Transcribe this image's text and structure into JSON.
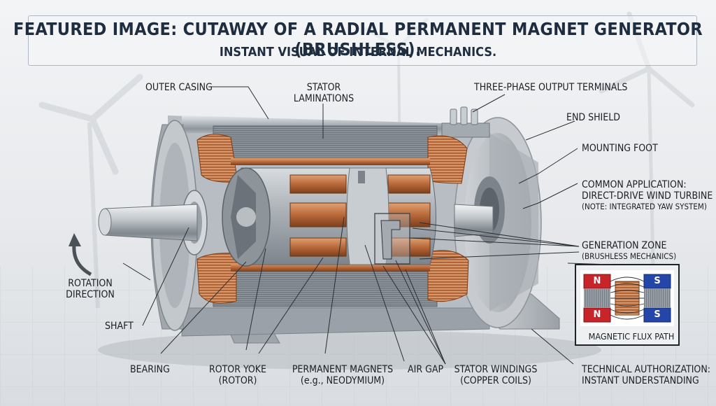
{
  "title": "FEATURED IMAGE: CUTAWAY OF A RADIAL PERMANENT MAGNET GENERATOR (BRUSHLESS).",
  "subtitle": "INSTANT VISUAL OF INTERNAL MECHANICS.",
  "labels": {
    "outer_casing": "OUTER CASING",
    "stator_laminations_1": "STATOR",
    "stator_laminations_2": "LAMINATIONS",
    "three_phase_terminals": "THREE-PHASE OUTPUT TERMINALS",
    "end_shield": "END SHIELD",
    "mounting_foot": "MOUNTING FOOT",
    "common_application_1": "COMMON APPLICATION:",
    "common_application_2": "DIRECT-DRIVE WIND TURBINE",
    "common_application_note": "(NOTE: INTEGRATED YAW SYSTEM)",
    "generation_zone": "GENERATION ZONE",
    "generation_zone_note": "(BRUSHLESS MECHANICS)",
    "rotation_direction_1": "ROTATION",
    "rotation_direction_2": "DIRECTION",
    "shaft": "SHAFT",
    "bearing": "BEARING",
    "rotor_yoke": "ROTOR YOKE",
    "rotor_yoke_note": "(ROTOR)",
    "permanent_magnets": "PERMANENT MAGNETS",
    "permanent_magnets_note": "(e.g., NEODYMIUM)",
    "air_gap": "AIR GAP",
    "stator_windings": "STATOR WINDINGS",
    "stator_windings_note": "(COPPER COILS)",
    "technical_1": "TECHNICAL AUTHORIZATION:",
    "technical_2": "INSTANT UNDERSTANDING"
  },
  "flux_inset": {
    "caption": "MAGNETIC FLUX PATH",
    "pole_north": "N",
    "pole_south": "S"
  },
  "colors": {
    "title_text": "#1f2d40",
    "north_pole": "#c8252b",
    "south_pole": "#2346a8",
    "copper": "#b8693a",
    "steel": "#9aa1a8"
  }
}
